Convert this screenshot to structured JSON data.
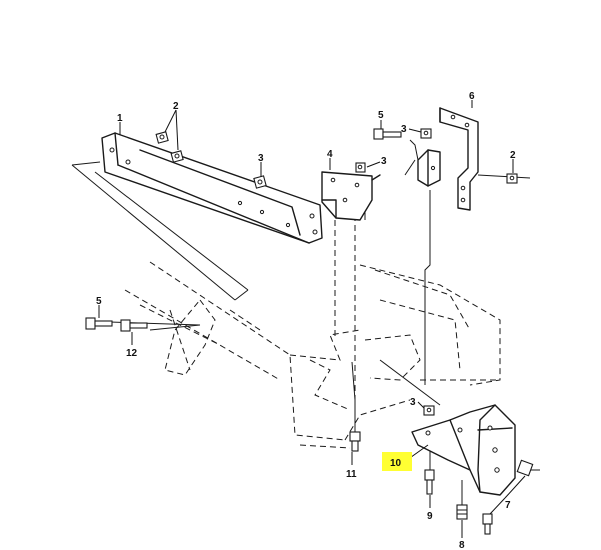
{
  "callouts": {
    "c1": "1",
    "c2a": "2",
    "c2b": "2",
    "c3a": "3",
    "c3b": "3",
    "c3c": "3",
    "c3d": "3",
    "c4": "4",
    "c5a": "5",
    "c5b": "5",
    "c6": "6",
    "c7": "7",
    "c8": "8",
    "c9": "9",
    "c10": "10",
    "c11": "11",
    "c12": "12"
  },
  "colors": {
    "line": "#1a1a1a",
    "highlight": "#ffff33",
    "background": "#ffffff"
  }
}
